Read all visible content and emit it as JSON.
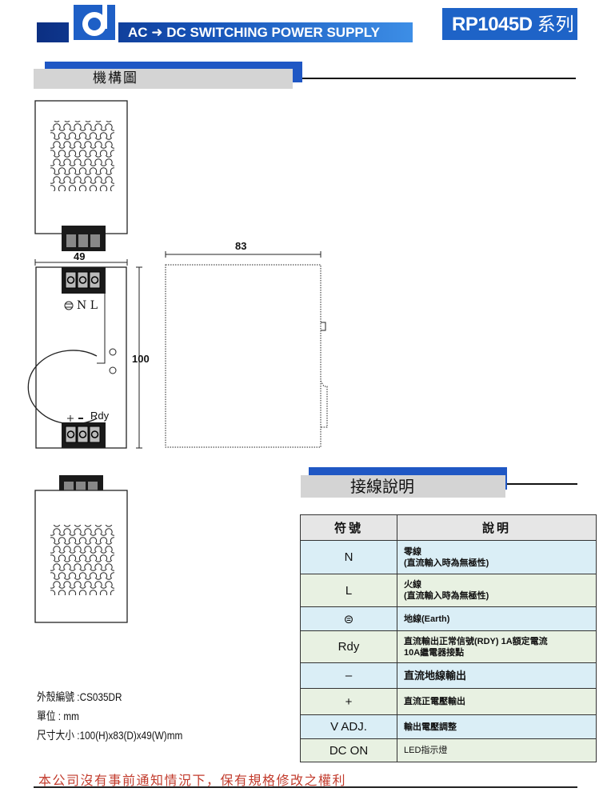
{
  "header": {
    "title": "AC ➜ DC SWITCHING POWER SUPPLY",
    "series_model": "RP1045D",
    "series_suffix": "系列",
    "colors": {
      "brand_blue": "#1e63c7",
      "dark_blue": "#0c2f82"
    },
    "logo_icon": "company-logo-icon"
  },
  "mechanical": {
    "heading": "機構圖",
    "dim_width": "49",
    "dim_depth": "83",
    "dim_height": "100",
    "top_terminal_labels": "N L",
    "bottom_terminal_labels": "Rdy"
  },
  "wiring": {
    "heading": "接線說明",
    "columns": [
      "符號",
      "說明"
    ],
    "rows": [
      {
        "symbol": "N",
        "desc_line1": "零線",
        "desc_line2": "(直流輸入時為無極性)"
      },
      {
        "symbol": "L",
        "desc_line1": "火線",
        "desc_line2": "(直流輸入時為無極性)"
      },
      {
        "symbol": "⊜",
        "desc_line1": "地線(Earth)",
        "desc_line2": ""
      },
      {
        "symbol": "Rdy",
        "desc_line1": "直流輸出正常信號(RDY)  1A額定電流",
        "desc_line2": "10A繼電器接點"
      },
      {
        "symbol": "–",
        "desc_line1": "直流地線輸出",
        "desc_line2": ""
      },
      {
        "symbol": "+",
        "desc_line1": "直流正電壓輸出",
        "desc_line2": ""
      },
      {
        "symbol": "V ADJ.",
        "desc_line1": "輸出電壓調整",
        "desc_line2": ""
      },
      {
        "symbol": "DC ON",
        "desc_line1": "LED指示燈",
        "desc_line2": ""
      }
    ]
  },
  "notes": {
    "case_no": "外殼編號 :CS035DR",
    "unit": "單位 : mm",
    "size": "尺寸大小 :100(H)x83(D)x49(W)mm"
  },
  "footer": {
    "disclaimer": "本公司沒有事前通知情況下，保有規格修改之權利"
  }
}
